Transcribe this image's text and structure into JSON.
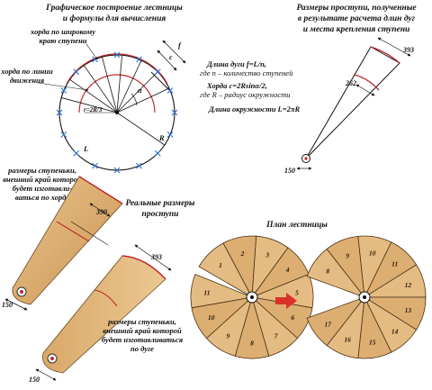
{
  "top_left": {
    "title_line1": "Графическое построение лестницы",
    "title_line2": "и формулы для вычисления",
    "chord_wide_1": "хорда по широкому",
    "chord_wide_2": "краю ступени",
    "chord_move_1": "хорда по линии",
    "chord_move_2": "движения",
    "r_label": "r=2R/3",
    "alpha": "α",
    "f": "f",
    "c": "c",
    "L": "L",
    "R": "R"
  },
  "formulas": {
    "f1a": "Длина дуги f=L/n,",
    "f1b": "где n – количество ступеней",
    "f2a": "Хорда c=2Rsinα/2,",
    "f2b": "где R – радиус окружности",
    "f3": "Длина окружности L=2πR"
  },
  "top_right": {
    "title_line1": "Размеры проступи, полученные",
    "title_line2": "в результате расчета длин дуг",
    "title_line3": "и места крепления ступени",
    "dim_393": "393",
    "dim_262": "262",
    "dim_150": "150"
  },
  "left_steps": {
    "note1_1": "размеры ступеньки,",
    "note1_2": "внешний край которой",
    "note1_3": "будет изготавли-",
    "note1_4": "ваться по хорде",
    "dim_390": "390",
    "dim_150a": "150",
    "real_1": "Реальные размеры",
    "real_2": "проступи",
    "dim_393": "393",
    "dim_150b": "150",
    "note2_1": "размеры ступеньки,",
    "note2_2": "внешний край которой",
    "note2_3": "будет изготавливаться",
    "note2_4": "по дуге"
  },
  "plan": {
    "title": "План лестницы",
    "left_steps": [
      "1",
      "2",
      "3",
      "4",
      "5",
      "6",
      "7",
      "8",
      "9",
      "10",
      "11"
    ],
    "right_steps": [
      "8",
      "9",
      "10",
      "11",
      "12",
      "13",
      "14",
      "15",
      "16",
      "17"
    ]
  },
  "colors": {
    "wood": "#dfb47a",
    "wood_dark": "#c8955a",
    "red_line": "#c0282a",
    "blue_mark": "#2a6fd6",
    "arrow_red": "#d9322a"
  }
}
